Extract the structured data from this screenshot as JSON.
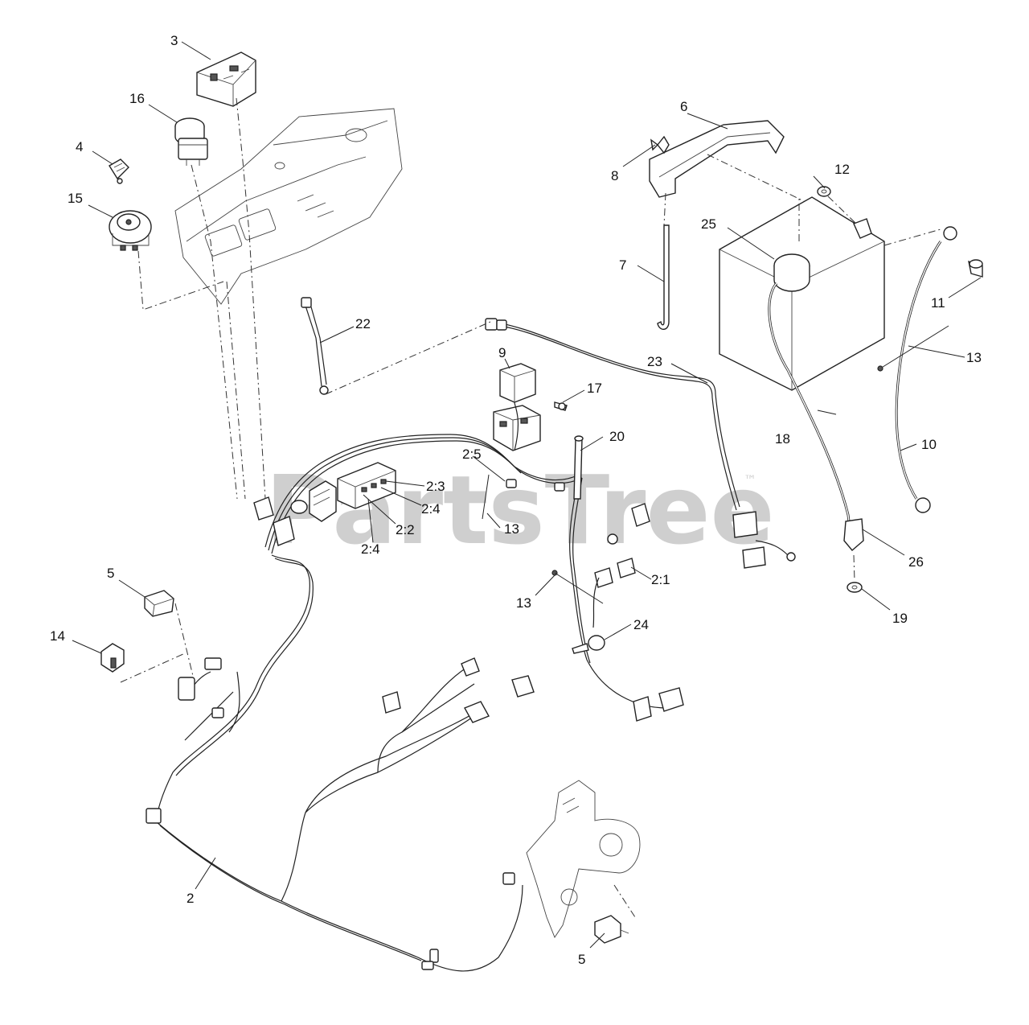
{
  "watermark": {
    "text": "PartsTree",
    "trademark": "™"
  },
  "callouts": {
    "c2": "2",
    "c2_1": "2:1",
    "c2_2": "2:2",
    "c2_3": "2:3",
    "c2_4a": "2:4",
    "c2_4b": "2:4",
    "c2_5": "2:5",
    "c3": "3",
    "c4": "4",
    "c5a": "5",
    "c5b": "5",
    "c6": "6",
    "c7": "7",
    "c8": "8",
    "c9": "9",
    "c10": "10",
    "c11": "11",
    "c12": "12",
    "c13a": "13",
    "c13b": "13",
    "c13c": "13",
    "c14": "14",
    "c15": "15",
    "c16": "16",
    "c17": "17",
    "c18": "18",
    "c19": "19",
    "c20": "20",
    "c22": "22",
    "c23": "23",
    "c24": "24",
    "c25": "25",
    "c26": "26"
  }
}
